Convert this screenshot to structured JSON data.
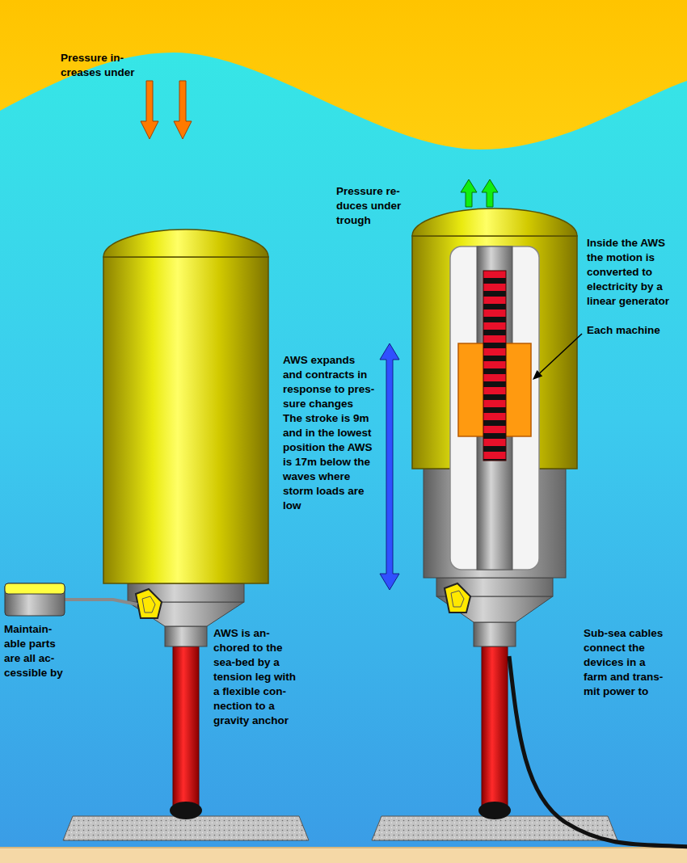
{
  "diagram": {
    "labels": [
      "Pressure in- creases under",
      "Pressure re- duces under trough",
      "Inside the AWS the motion is converted to electricity by a linear generator",
      "Each machine",
      "AWS expands and contracts in response to pres- sure changes The stroke is 9m and in the lowest position the AWS is 17m below the waves where storm loads are low",
      "Maintain- able parts are all ac- cessible by",
      "AWS is an- chored to the sea-bed by a tension leg with a flexible con- nection to a gravity anchor",
      "Sub-sea cables connect the devices in a farm and trans- mit power to"
    ]
  }
}
